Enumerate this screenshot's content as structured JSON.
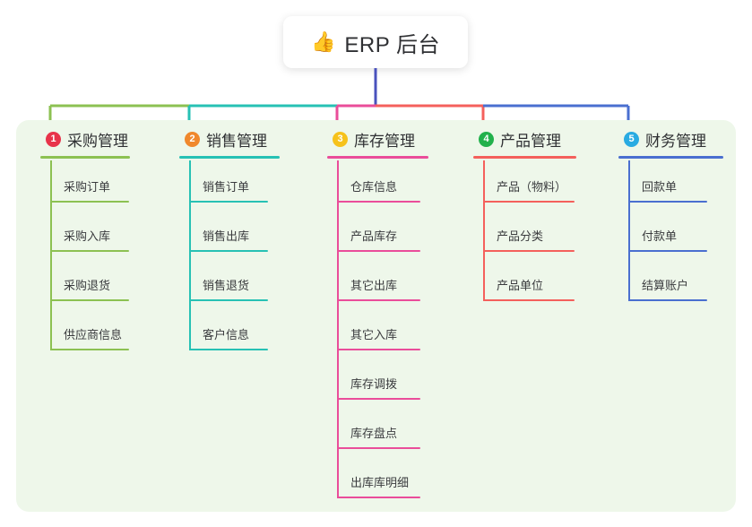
{
  "diagram": {
    "type": "mind-map",
    "root": {
      "emoji": "👍",
      "emoji_name": "thumbs-up-icon",
      "label": "ERP 后台"
    },
    "panel_color": "#eef7ea",
    "page_background": "#ffffff",
    "branches": [
      {
        "number": "1",
        "title": "采购管理",
        "badge_color": "#e8334a",
        "line_color": "#8cc152",
        "items": [
          {
            "label": "采购订单"
          },
          {
            "label": "采购入库"
          },
          {
            "label": "采购退货"
          },
          {
            "label": "供应商信息"
          }
        ]
      },
      {
        "number": "2",
        "title": "销售管理",
        "badge_color": "#f0882c",
        "line_color": "#27c1b4",
        "items": [
          {
            "label": "销售订单"
          },
          {
            "label": "销售出库"
          },
          {
            "label": "销售退货"
          },
          {
            "label": "客户信息"
          }
        ]
      },
      {
        "number": "3",
        "title": "库存管理",
        "badge_color": "#f6c21b",
        "line_color": "#ea4d9a",
        "items": [
          {
            "label": "仓库信息"
          },
          {
            "label": "产品库存"
          },
          {
            "label": "其它出库"
          },
          {
            "label": "其它入库"
          },
          {
            "label": "库存调拨"
          },
          {
            "label": "库存盘点"
          },
          {
            "label": "出库库明细"
          }
        ]
      },
      {
        "number": "4",
        "title": "产品管理",
        "badge_color": "#22b14c",
        "line_color": "#f4605c",
        "items": [
          {
            "label": "产品（物料）"
          },
          {
            "label": "产品分类"
          },
          {
            "label": "产品单位"
          }
        ]
      },
      {
        "number": "5",
        "title": "财务管理",
        "badge_color": "#29abe2",
        "line_color": "#4a6fd0",
        "items": [
          {
            "label": "回款单"
          },
          {
            "label": "付款单"
          },
          {
            "label": "结算账户"
          }
        ]
      }
    ],
    "trunk": {
      "stem_color": "#4a52bd"
    }
  }
}
